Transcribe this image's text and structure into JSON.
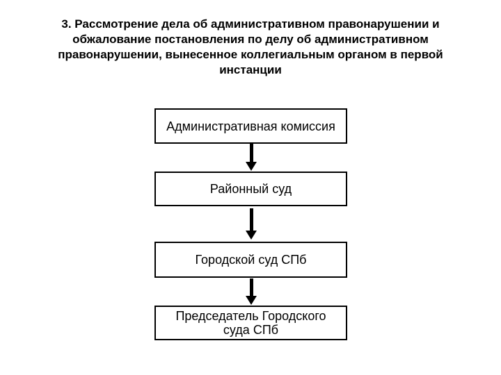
{
  "colors": {
    "background": "#ffffff",
    "text": "#000000",
    "box_border": "#000000",
    "arrow": "#000000"
  },
  "title": {
    "lines": [
      "3. Рассмотрение дела об административном правонарушении и",
      "обжалование постановления по делу об административном",
      "правонарушении, вынесенное коллегиальным органом в первой",
      "инстанции"
    ]
  },
  "diagram": {
    "type": "flowchart",
    "direction": "top-down",
    "nodes": [
      {
        "label": "Административная комиссия"
      },
      {
        "label": "Районный суд"
      },
      {
        "label": "Городской суд СПб"
      },
      {
        "label": "Председатель Городского\nсуда СПб"
      }
    ],
    "connectors": [
      {
        "from": 0,
        "to": 1,
        "type": "arrow-down"
      },
      {
        "from": 1,
        "to": 2,
        "type": "arrow-down"
      },
      {
        "from": 2,
        "to": 3,
        "type": "arrow-down"
      }
    ]
  }
}
